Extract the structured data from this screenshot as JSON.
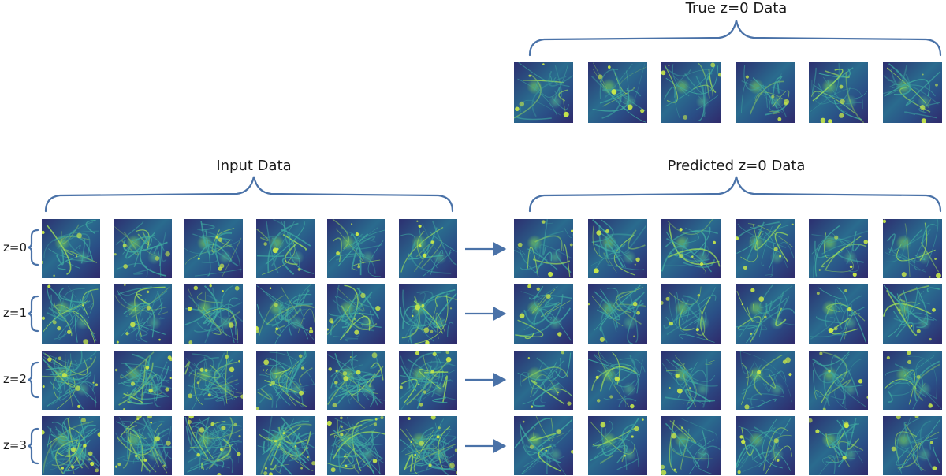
{
  "labels": {
    "true_data": "True z=0 Data",
    "input_data": "Input Data",
    "predicted_data": "Predicted z=0 Data"
  },
  "redshift_rows": [
    "z=0",
    "z=1",
    "z=2",
    "z=3"
  ],
  "tiles_per_row": 6,
  "colors": {
    "bracket": "#4a72a8",
    "arrow": "#4a72a8",
    "tile_low": "#2f2a6b",
    "tile_mid": "#2a6b8e",
    "tile_high": "#b8e04a"
  }
}
